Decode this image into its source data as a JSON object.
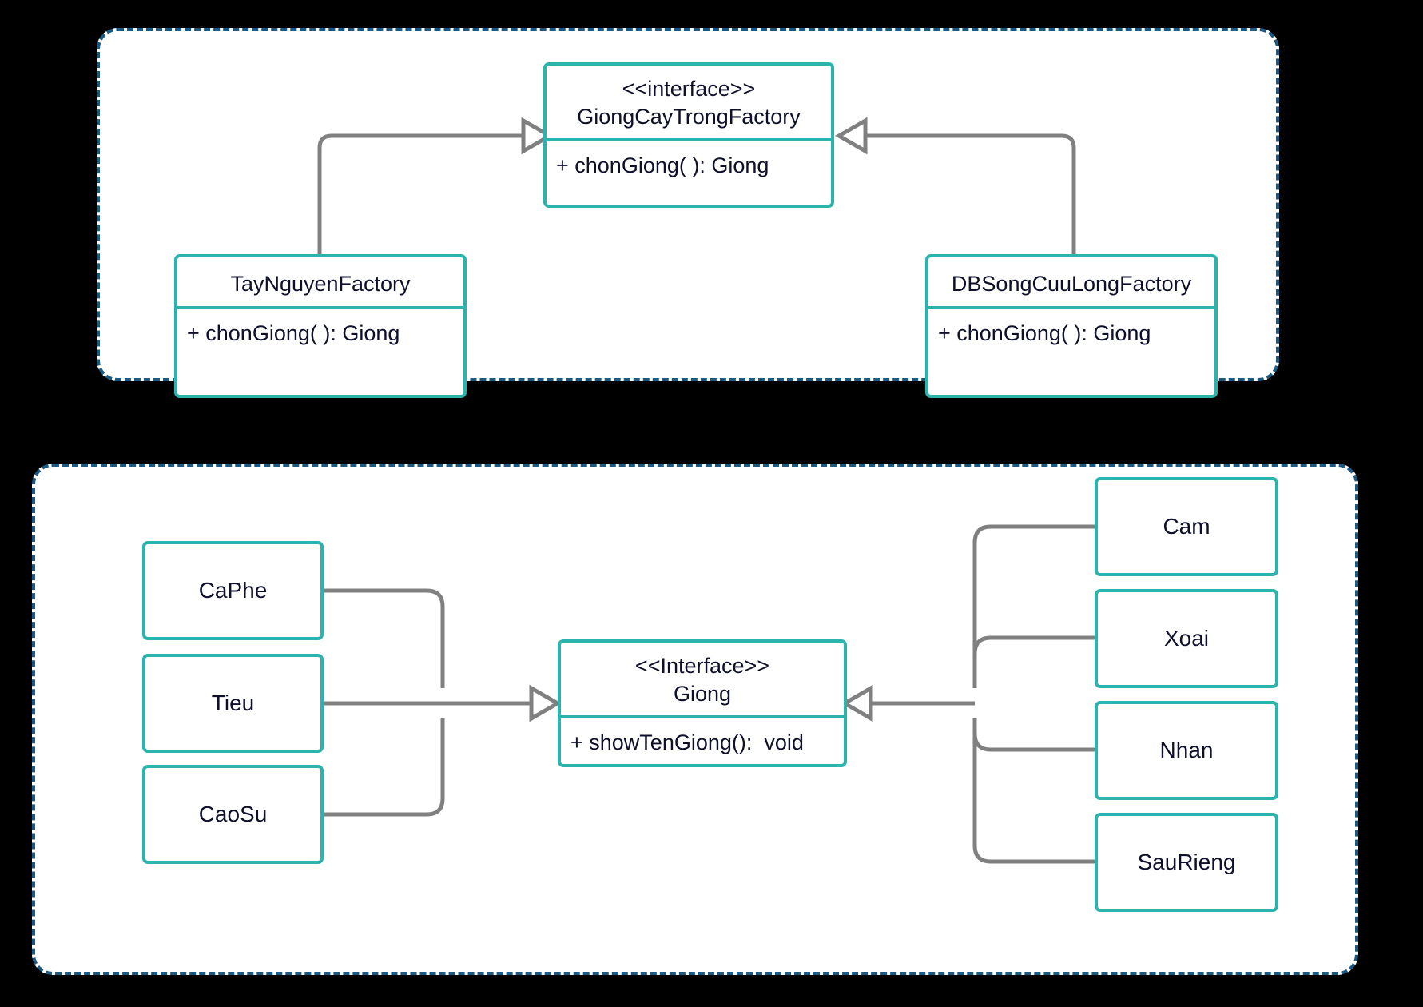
{
  "diagram": {
    "background_color": "#000000",
    "panel_border_color": "#1b5980",
    "box_border_color": "#2bb3ad",
    "connector_color": "#808080",
    "text_color": "#0e0f2b"
  },
  "factory_panel": {
    "name": "factory-layer-panel",
    "interface": {
      "stereotype": "<<interface>>",
      "title": "GiongCayTrongFactory",
      "method": "+ chonGiong( ): Giong"
    },
    "implementations": [
      {
        "title": "TayNguyenFactory",
        "method": "+ chonGiong( ): Giong"
      },
      {
        "title": "DBSongCuuLongFactory",
        "method": "+ chonGiong( ): Giong"
      }
    ]
  },
  "product_panel": {
    "name": "product-layer-panel",
    "interface": {
      "stereotype": "<<Interface>>",
      "title": "Giong",
      "method": "+ showTenGiong():  void"
    },
    "left_products": [
      {
        "title": "CaPhe"
      },
      {
        "title": "Tieu"
      },
      {
        "title": "CaoSu"
      }
    ],
    "right_products": [
      {
        "title": "Cam"
      },
      {
        "title": "Xoai"
      },
      {
        "title": "Nhan"
      },
      {
        "title": "SauRieng"
      }
    ]
  }
}
